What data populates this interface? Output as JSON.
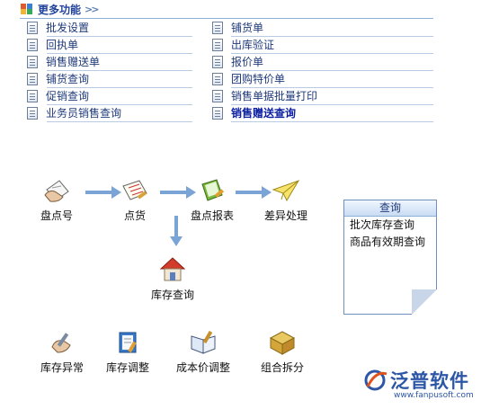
{
  "header": {
    "title": "更多功能",
    "chevron": ">>"
  },
  "menu": {
    "left": [
      "批发设置",
      "回执单",
      "销售赠送单",
      "铺货查询",
      "促销查询",
      "业务员销售查询"
    ],
    "right": [
      "铺货单",
      "出库验证",
      "报价单",
      "团购特价单",
      "销售单据批量打印",
      "销售赠送查询"
    ]
  },
  "flow": {
    "n1": "盘点号",
    "n2": "点货",
    "n3": "盘点报表",
    "n4": "差异处理",
    "n5": "库存查询"
  },
  "tools": [
    "库存异常",
    "库存调整",
    "成本价调整",
    "组合拆分"
  ],
  "query": {
    "title": "查询",
    "links": [
      "批次库存查询",
      "商品有效期查询"
    ]
  },
  "logo": {
    "name": "泛普软件",
    "url": "www.fanpusoft.com"
  },
  "colors": {
    "accent": "#23439b",
    "arrow": "#7aa3d6"
  }
}
